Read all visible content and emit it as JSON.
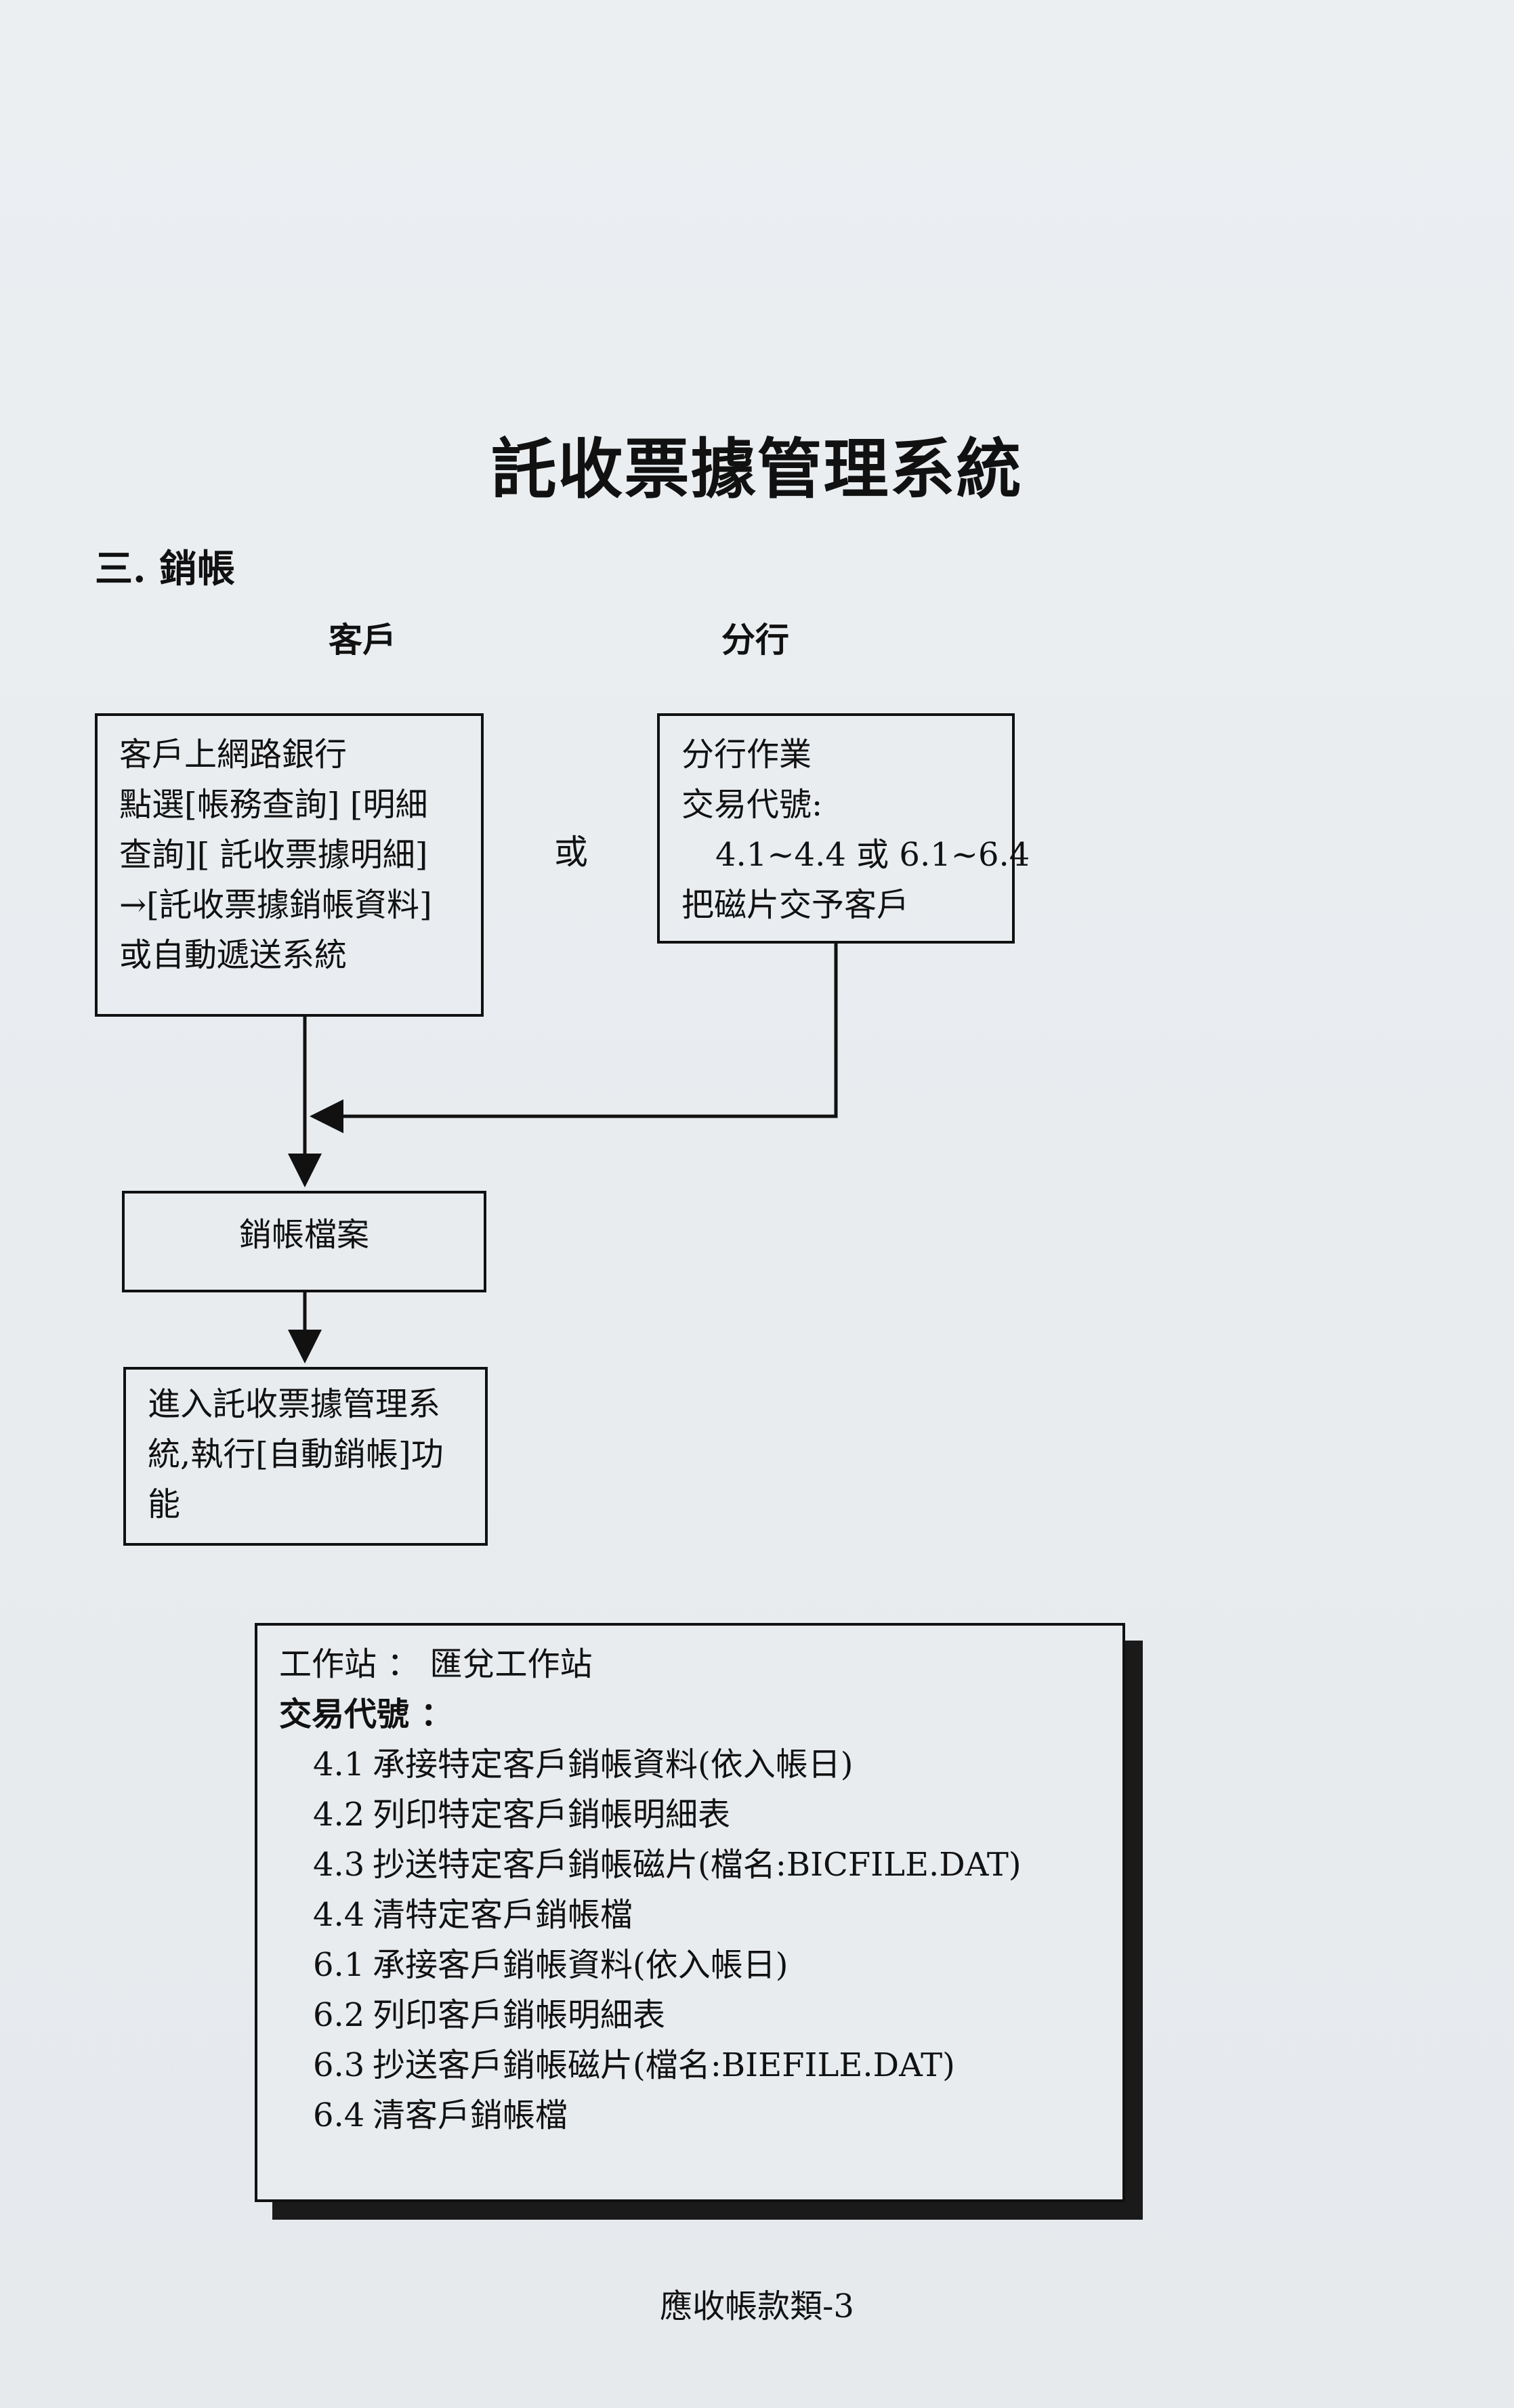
{
  "document": {
    "title": "託收票據管理系統",
    "section_heading": "三. 銷帳",
    "columns": {
      "customer": "客戶",
      "branch": "分行"
    },
    "or_label": "或",
    "customer_box": {
      "lines": [
        "客戶上網路銀行",
        "點選[帳務查詢] [明細",
        "查詢][ 託收票據明細]",
        "→[託收票據銷帳資料]",
        "或自動遞送系統"
      ]
    },
    "branch_box": {
      "line1": "分行作業",
      "line2": "交易代號:",
      "line3": "4.1~4.4 或 6.1~6.4",
      "line4": "把磁片交予客戶"
    },
    "file_box": {
      "label": "銷帳檔案"
    },
    "enter_box": {
      "text": "進入託收票據管理系統,執行[自動銷帳]功能"
    },
    "station_box": {
      "workstation": "工作站 ： 匯兌工作站",
      "codes_label": "交易代號 ：",
      "items": [
        {
          "code": "4.1",
          "text": "承接特定客戶銷帳資料(依入帳日)"
        },
        {
          "code": "4.2",
          "text": "列印特定客戶銷帳明細表"
        },
        {
          "code": "4.3",
          "text": "抄送特定客戶銷帳磁片(檔名:BICFILE.DAT)"
        },
        {
          "code": "4.4",
          "text": "清特定客戶銷帳檔"
        },
        {
          "code": "6.1",
          "text": "承接客戶銷帳資料(依入帳日)"
        },
        {
          "code": "6.2",
          "text": "列印客戶銷帳明細表"
        },
        {
          "code": "6.3",
          "text": "抄送客戶銷帳磁片(檔名:BIEFILE.DAT)"
        },
        {
          "code": "6.4",
          "text": "清客戶銷帳檔"
        }
      ]
    },
    "footer": "應收帳款類-3"
  }
}
